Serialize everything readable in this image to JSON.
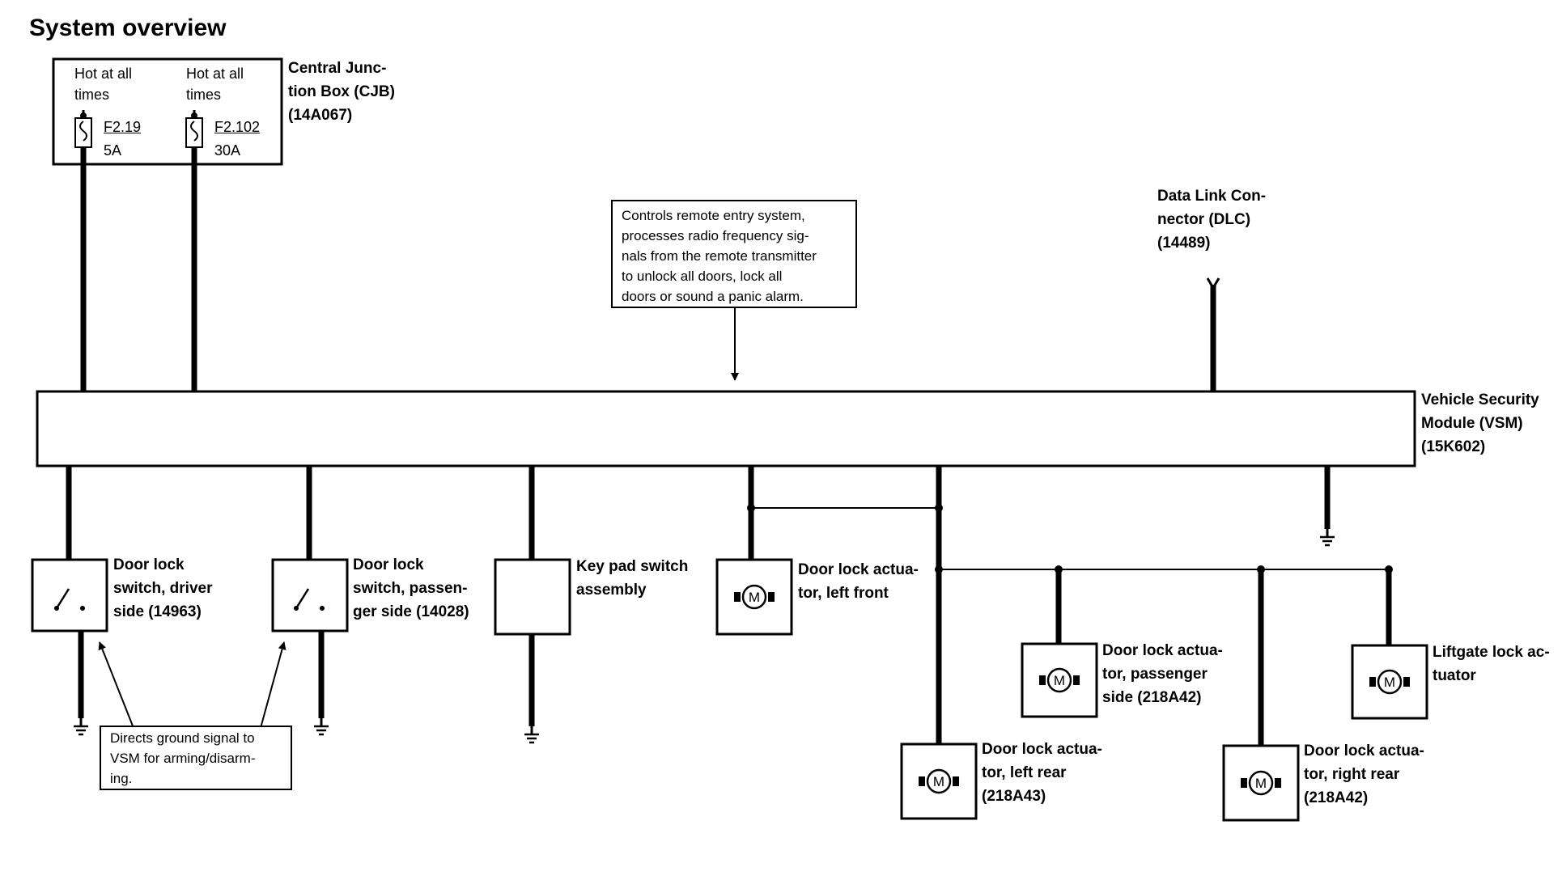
{
  "title": "System overview",
  "cjb": {
    "label": "Central Junc-\ntion Box (CJB)\n(14A067)",
    "fuses": [
      {
        "hot": "Hot at all\ntimes",
        "id": "F2.19",
        "rating": "5A"
      },
      {
        "hot": "Hot at all\ntimes",
        "id": "F2.102",
        "rating": "30A"
      }
    ]
  },
  "dlc": {
    "label": "Data Link Con-\nnector (DLC)\n(14489)"
  },
  "vsm": {
    "label": "Vehicle Security\nModule (VSM)\n(15K602)",
    "note": "Controls remote entry system,\nprocesses radio frequency sig-\nnals from the remote transmitter\nto unlock all doors, lock all\ndoors or sound a panic alarm."
  },
  "components": {
    "switch_driver": "Door lock\nswitch, driver\nside (14963)",
    "switch_passenger": "Door lock\nswitch, passen-\nger side (14028)",
    "keypad": "Key pad switch\nassembly",
    "act_left_front": "Door lock actua-\ntor, left front",
    "act_left_rear": "Door lock actua-\ntor, left rear\n(218A43)",
    "act_passenger": "Door lock actua-\ntor, passenger\nside (218A42)",
    "act_right_rear": "Door lock actua-\ntor, right rear\n(218A42)",
    "act_liftgate": "Liftgate lock ac-\ntuator"
  },
  "ground_note": "Directs ground signal to\nVSM for arming/disarm-\ning.",
  "motor_symbol": "M"
}
